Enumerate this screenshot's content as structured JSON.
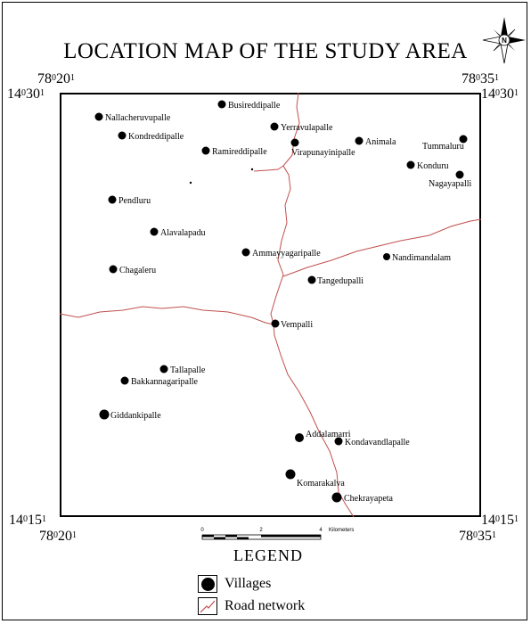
{
  "title": "LOCATION MAP OF THE STUDY AREA",
  "north_arrow": {
    "label": "N",
    "icon": "compass-rose-icon"
  },
  "coordinates": {
    "top_left_lon": "78°20¹",
    "top_left_lat": "14°30¹",
    "top_right_lon": "78°35¹",
    "top_right_lat": "14°30¹",
    "bottom_left_lat": "14°15¹",
    "bottom_left_lon": "78°20¹",
    "bottom_right_lat": "14°15¹",
    "bottom_right_lon": "78°35¹"
  },
  "villages": [
    {
      "name": "Busireddipalle"
    },
    {
      "name": "Nallacheruvupalle"
    },
    {
      "name": "Yerravulapalle"
    },
    {
      "name": "Kondreddipalle"
    },
    {
      "name": "Animala"
    },
    {
      "name": "Tummaluru"
    },
    {
      "name": "Virapunayinipalle"
    },
    {
      "name": "Ramireddipalle"
    },
    {
      "name": "Konduru"
    },
    {
      "name": "Nagayapalli"
    },
    {
      "name": "Pendluru"
    },
    {
      "name": "Alavalapadu"
    },
    {
      "name": "Ammayyagaripalle"
    },
    {
      "name": "Nandimandalam"
    },
    {
      "name": "Chagaleru"
    },
    {
      "name": "Tangedupalli"
    },
    {
      "name": "Vempalli"
    },
    {
      "name": "Tallapalle"
    },
    {
      "name": "Bakkannagaripalle"
    },
    {
      "name": "Giddankipalle"
    },
    {
      "name": "Addalamarri"
    },
    {
      "name": "Kondavandlapalle"
    },
    {
      "name": "Komarakalva"
    },
    {
      "name": "Chekrayapeta"
    }
  ],
  "scale_bar": {
    "ticks": [
      "0",
      "2",
      "4"
    ],
    "unit": "Kilometers"
  },
  "legend": {
    "title": "LEGEND",
    "items": [
      {
        "label": "Villages",
        "icon": "village-dot-icon"
      },
      {
        "label": "Road network",
        "icon": "road-line-icon"
      }
    ]
  },
  "colors": {
    "road": "#c0504d",
    "village": "#000000"
  }
}
